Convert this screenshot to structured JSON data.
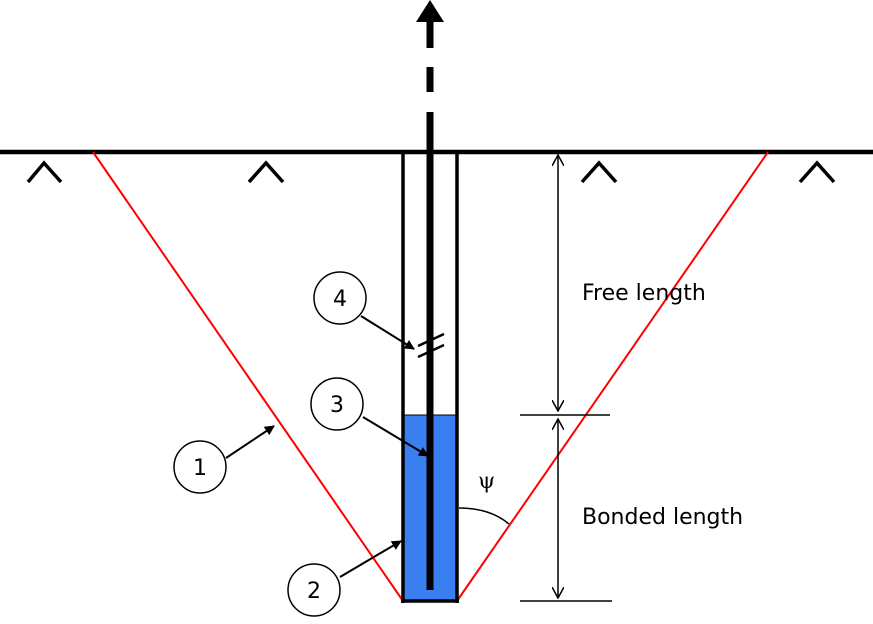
{
  "labels": {
    "free_length": "Free length",
    "bonded_length": "Bonded length",
    "angle": "ψ"
  },
  "callouts": [
    {
      "id": "1",
      "text": "1"
    },
    {
      "id": "2",
      "text": "2"
    },
    {
      "id": "3",
      "text": "3"
    },
    {
      "id": "4",
      "text": "4"
    }
  ],
  "colors": {
    "line": "#000000",
    "failure_cone": "#ff0000",
    "grout": "#3a7ff0",
    "background": "#ffffff"
  }
}
